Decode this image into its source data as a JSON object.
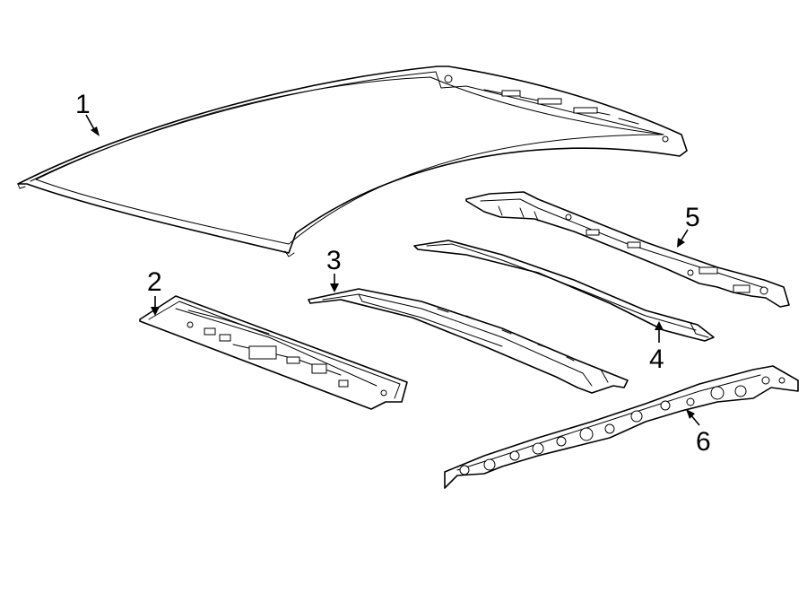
{
  "diagram": {
    "type": "exploded parts diagram",
    "line_color": "#000000",
    "background": "#ffffff",
    "parts": [
      {
        "id": "roof-panel",
        "callout": "1"
      },
      {
        "id": "front-header-panel",
        "callout": "2"
      },
      {
        "id": "roof-bow-front",
        "callout": "3"
      },
      {
        "id": "roof-bow-rear",
        "callout": "4"
      },
      {
        "id": "rear-header-bracket",
        "callout": "5"
      },
      {
        "id": "side-rail-reinforcement",
        "callout": "6"
      }
    ]
  }
}
